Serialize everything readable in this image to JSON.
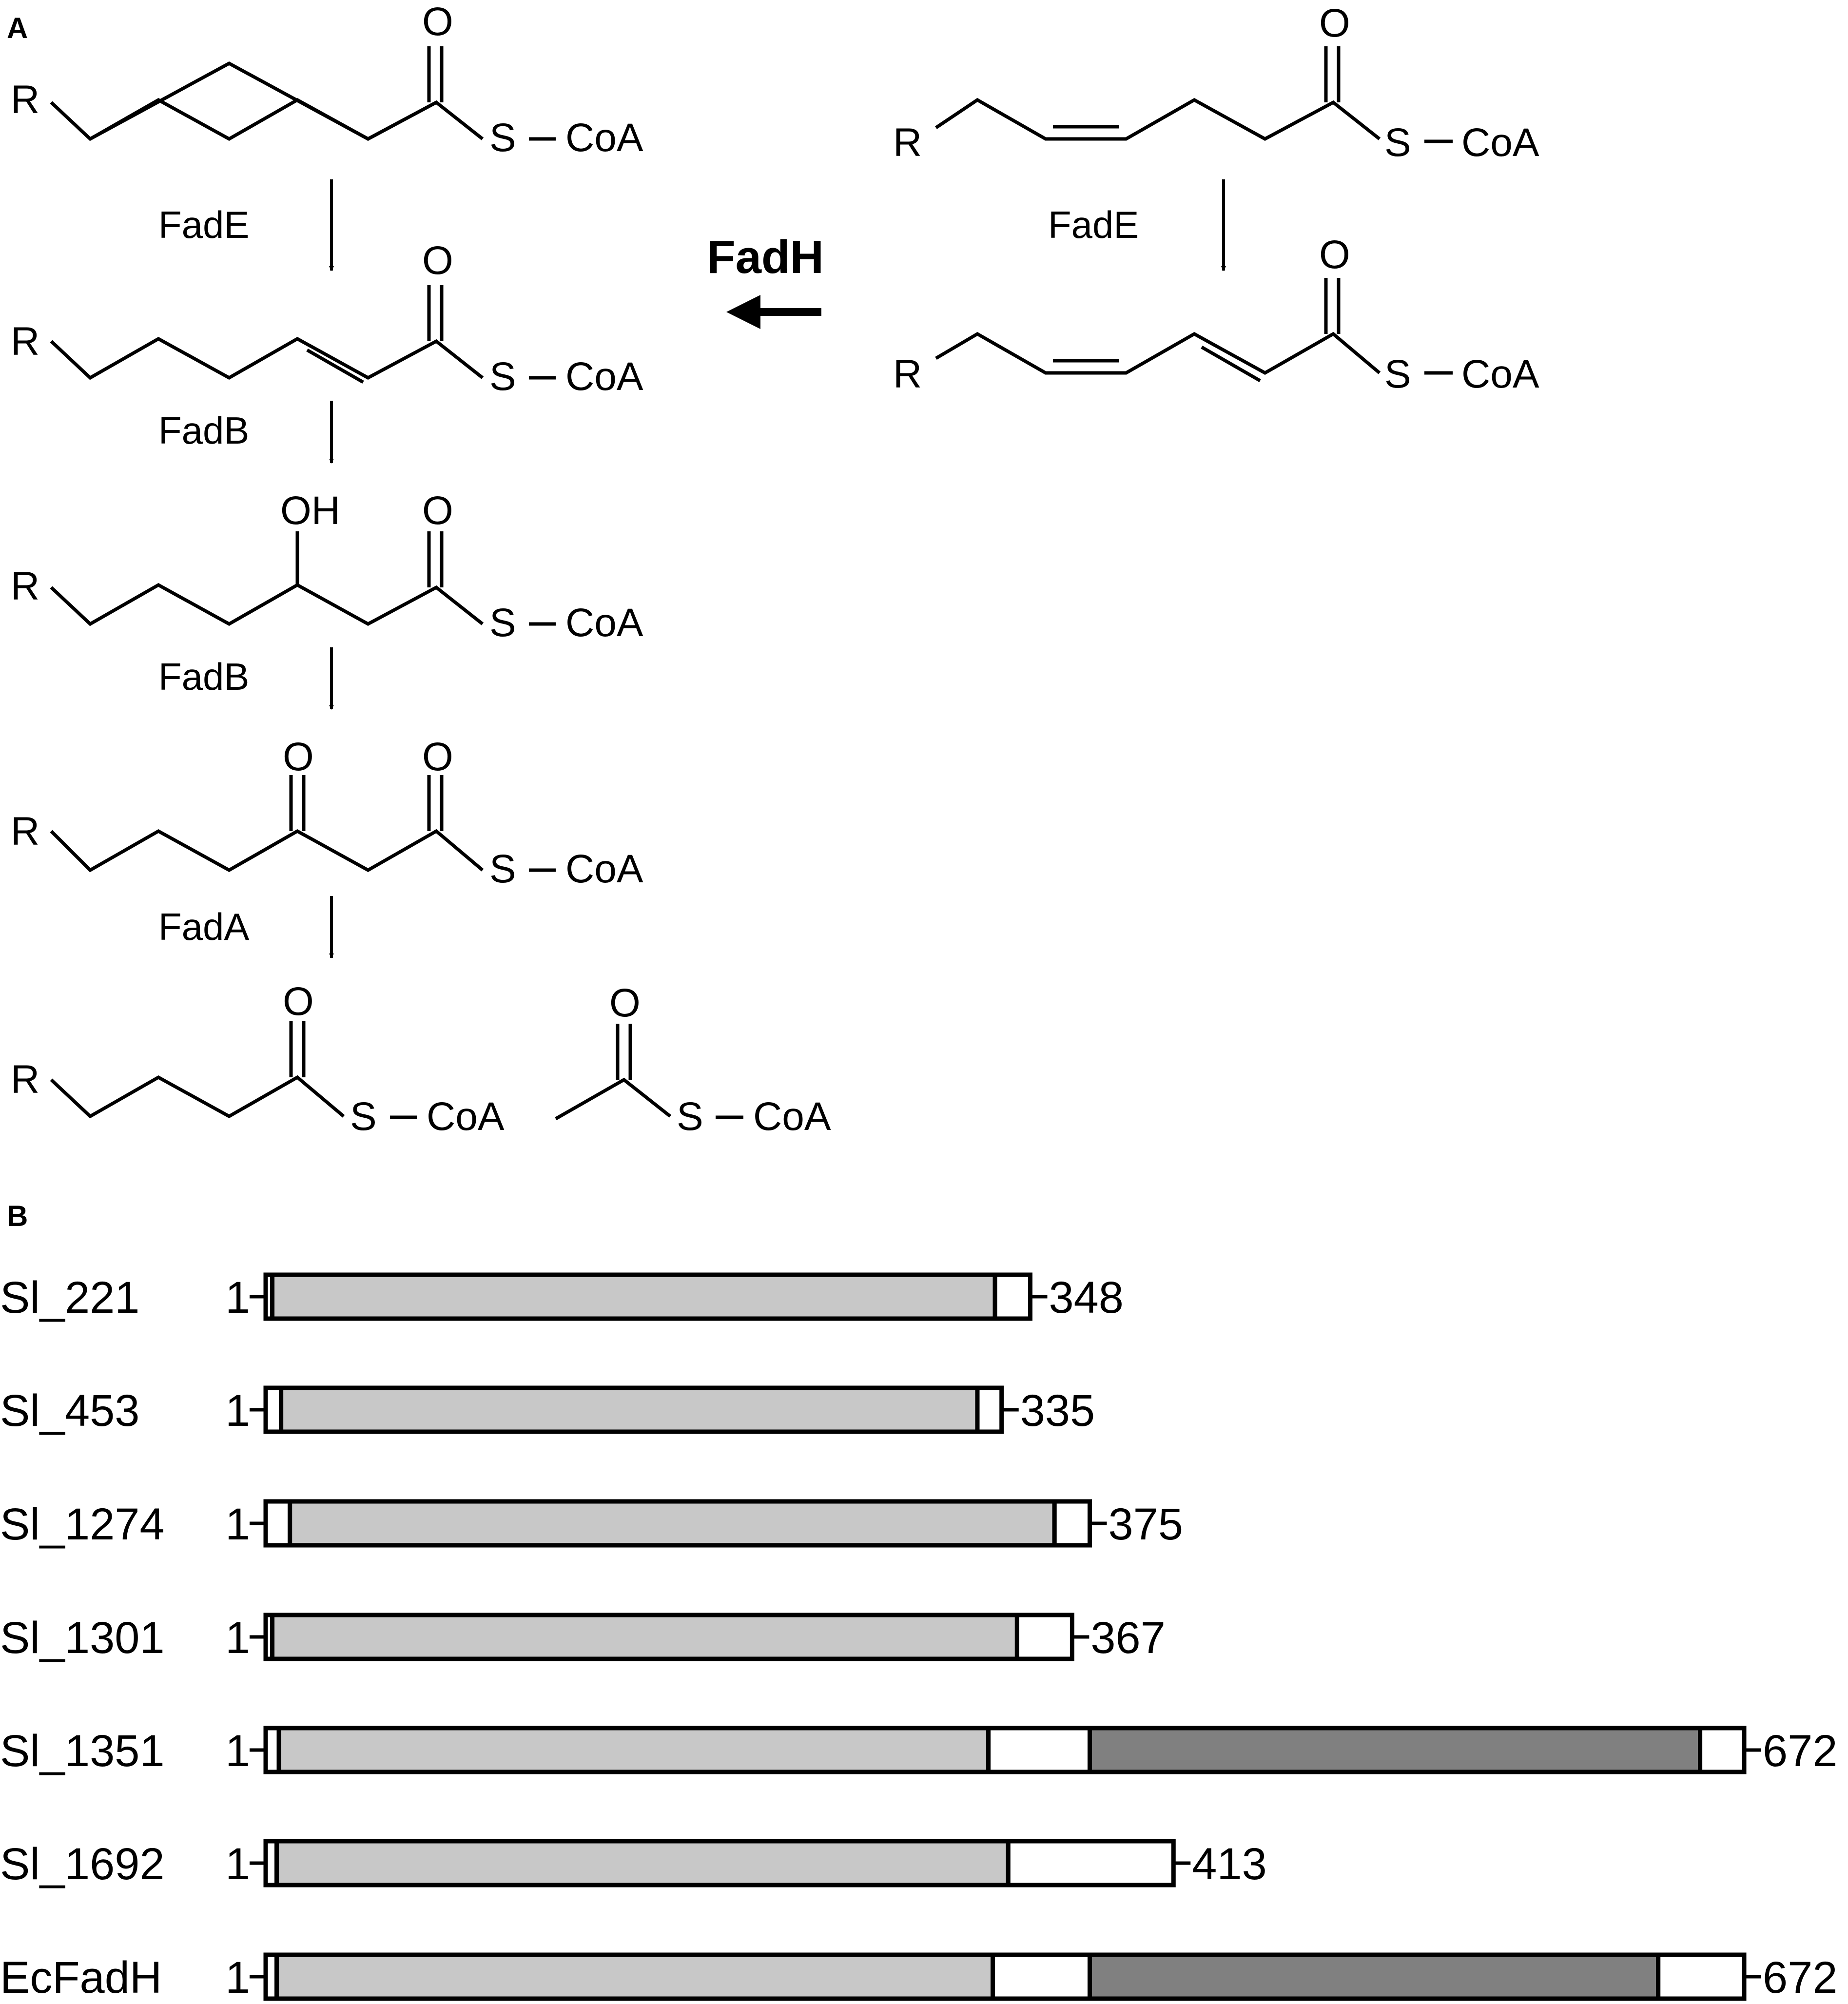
{
  "panel_a": {
    "label": "A",
    "group_label": "R",
    "thioester_s": "S",
    "thioester_coa": "CoA",
    "oxygen": "O",
    "hydroxyl": "OH",
    "enzymes": {
      "step1": "FadE",
      "step2": "FadB",
      "step3": "FadB",
      "step4": "FadA",
      "right_step": "FadE",
      "reductase": "FadH"
    }
  },
  "panel_b": {
    "label": "B",
    "start": "1",
    "colors": {
      "light_domain": "#c8c8c8",
      "dark_domain": "#808080",
      "gap": "#ffffff"
    },
    "proteins": [
      {
        "name": "Sl_221",
        "length": 348,
        "end_label": "348",
        "segments": [
          {
            "from": 1,
            "to": 4,
            "fill": "gap"
          },
          {
            "from": 4,
            "to": 332,
            "fill": "light_domain"
          },
          {
            "from": 332,
            "to": 348,
            "fill": "gap"
          }
        ]
      },
      {
        "name": "Sl_453",
        "length": 335,
        "end_label": "335",
        "segments": [
          {
            "from": 1,
            "to": 8,
            "fill": "gap"
          },
          {
            "from": 8,
            "to": 324,
            "fill": "light_domain"
          },
          {
            "from": 324,
            "to": 335,
            "fill": "gap"
          }
        ]
      },
      {
        "name": "Sl_1274",
        "length": 375,
        "end_label": "375",
        "segments": [
          {
            "from": 1,
            "to": 12,
            "fill": "gap"
          },
          {
            "from": 12,
            "to": 359,
            "fill": "light_domain"
          },
          {
            "from": 359,
            "to": 375,
            "fill": "gap"
          }
        ]
      },
      {
        "name": "Sl_1301",
        "length": 367,
        "end_label": "367",
        "segments": [
          {
            "from": 1,
            "to": 4,
            "fill": "gap"
          },
          {
            "from": 4,
            "to": 342,
            "fill": "light_domain"
          },
          {
            "from": 342,
            "to": 367,
            "fill": "gap"
          }
        ]
      },
      {
        "name": "Sl_1351",
        "length": 672,
        "end_label": "672",
        "segments": [
          {
            "from": 1,
            "to": 7,
            "fill": "gap"
          },
          {
            "from": 7,
            "to": 329,
            "fill": "light_domain"
          },
          {
            "from": 329,
            "to": 375,
            "fill": "gap"
          },
          {
            "from": 375,
            "to": 652,
            "fill": "dark_domain"
          },
          {
            "from": 652,
            "to": 672,
            "fill": "gap"
          }
        ]
      },
      {
        "name": "Sl_1692",
        "length": 413,
        "end_label": "413",
        "segments": [
          {
            "from": 1,
            "to": 6,
            "fill": "gap"
          },
          {
            "from": 6,
            "to": 338,
            "fill": "light_domain"
          },
          {
            "from": 338,
            "to": 413,
            "fill": "gap"
          }
        ]
      },
      {
        "name": "EcFadH",
        "length": 672,
        "end_label": "672",
        "segments": [
          {
            "from": 1,
            "to": 6,
            "fill": "gap"
          },
          {
            "from": 6,
            "to": 331,
            "fill": "light_domain"
          },
          {
            "from": 331,
            "to": 375,
            "fill": "gap"
          },
          {
            "from": 375,
            "to": 633,
            "fill": "dark_domain"
          },
          {
            "from": 633,
            "to": 672,
            "fill": "gap"
          }
        ]
      }
    ]
  }
}
